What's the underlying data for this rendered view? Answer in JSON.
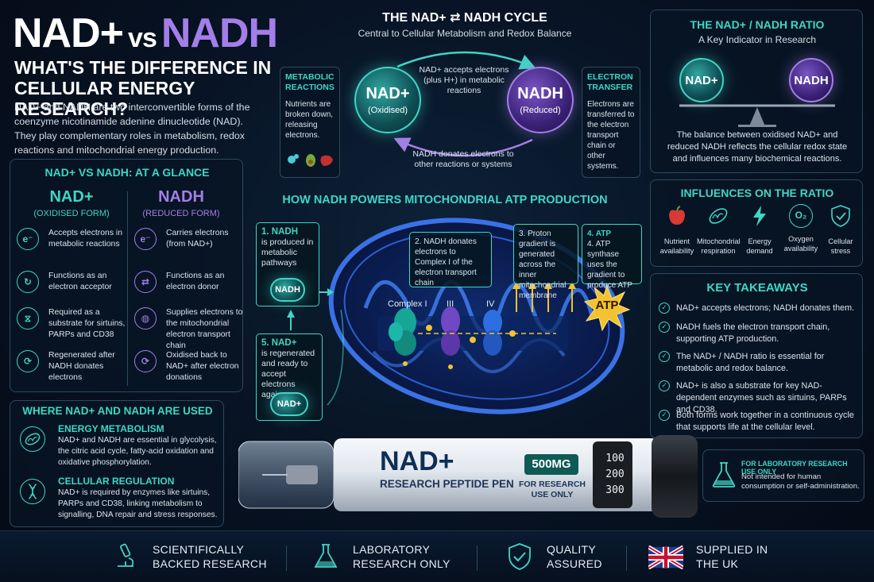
{
  "header": {
    "title_a": "NAD+",
    "title_vs": "vs",
    "title_b": "NADH",
    "subtitle": "WHAT'S THE DIFFERENCE IN CELLULAR ENERGY RESEARCH?",
    "intro": "NAD+ and NADH are two interconvertible forms of the coenzyme nicotinamide adenine dinucleotide (NAD). They play complementary roles in metabolism, redox reactions and mitochondrial energy production."
  },
  "glance": {
    "title": "NAD+ VS NADH: AT A GLANCE",
    "left": {
      "name": "NAD+",
      "form": "(OXIDISED FORM)",
      "rows": [
        {
          "icon": "e⁻",
          "text": "Accepts electrons in metabolic reactions"
        },
        {
          "icon": "↻",
          "text": "Functions as an electron acceptor"
        },
        {
          "icon": "⧖",
          "text": "Required as a substrate for sirtuins, PARPs and CD38"
        },
        {
          "icon": "⟳",
          "text": "Regenerated after NADH donates electrons"
        }
      ]
    },
    "right": {
      "name": "NADH",
      "form": "(REDUCED FORM)",
      "rows": [
        {
          "icon": "e⁻",
          "text": "Carries electrons (from NAD+)"
        },
        {
          "icon": "⇄",
          "text": "Functions as an electron donor"
        },
        {
          "icon": "◍",
          "text": "Supplies electrons to the mitochondrial electron transport chain"
        },
        {
          "icon": "⟳",
          "text": "Oxidised back to NAD+ after electron donations"
        }
      ]
    }
  },
  "where": {
    "title": "WHERE NAD+ AND NADH ARE USED",
    "items": [
      {
        "heading": "ENERGY METABOLISM",
        "text": "NAD+ and NADH are essential in glycolysis, the citric acid cycle, fatty-acid oxidation and oxidative phosphorylation."
      },
      {
        "heading": "CELLULAR REGULATION",
        "text": "NAD+ is required by enzymes like sirtuins, PARPs and CD38, linking metabolism to signalling, DNA repair and stress responses."
      }
    ]
  },
  "cycle": {
    "title": "THE NAD+ ⇄ NADH CYCLE",
    "subtitle": "Central to Cellular Metabolism and Redox Balance",
    "left_orb": {
      "name": "NAD+",
      "state": "(Oxidised)"
    },
    "right_orb": {
      "name": "NADH",
      "state": "(Reduced)"
    },
    "top_note": "NAD+ accepts electrons (plus H+) in metabolic reactions",
    "bottom_note": "NADH donates electrons to other reactions or systems",
    "left_box": {
      "heading": "METABOLIC REACTIONS",
      "text": "Nutrients are broken down, releasing electrons."
    },
    "right_box": {
      "heading": "ELECTRON TRANSFER",
      "text": "Electrons are transferred to the electron transport chain or other systems."
    }
  },
  "atp": {
    "title": "HOW NADH POWERS MITOCHONDRIAL ATP PRODUCTION",
    "step1": {
      "heading": "1. NADH",
      "text": "is produced in metabolic pathways"
    },
    "step2": {
      "text": "2. NADH donates electrons to Complex I of the electron transport chain"
    },
    "step3": {
      "text": "3. Proton gradient is generated across the inner mitochondrial membrane"
    },
    "step4": {
      "heading": "4. ATP",
      "text": "4. ATP synthase uses the gradient to produce ATP"
    },
    "step5": {
      "heading": "5. NAD+",
      "text": "is regenerated and ready to accept electrons again"
    },
    "nadh_bubble": "NADH",
    "nad_bubble": "NAD+",
    "complex_1": "Complex I",
    "complex_3": "III",
    "complex_4": "IV",
    "atp_label": "ATP"
  },
  "ratio": {
    "title": "THE NAD+ / NADH RATIO",
    "subtitle": "A Key Indicator in Research",
    "left": "NAD+",
    "right": "NADH",
    "text": "The balance between oxidised NAD+ and reduced NADH reflects the cellular redox state and influences many biochemical reactions."
  },
  "influences": {
    "title": "INFLUENCES ON THE RATIO",
    "items": [
      {
        "label": "Nutrient availability"
      },
      {
        "label": "Mitochondrial respiration"
      },
      {
        "label": "Energy demand"
      },
      {
        "label": "Oxygen availability"
      },
      {
        "label": "Cellular stress"
      }
    ],
    "o2_symbol": "O₂"
  },
  "takeaways": {
    "title": "KEY TAKEAWAYS",
    "items": [
      "NAD+ accepts electrons; NADH donates them.",
      "NADH fuels the electron transport chain, supporting ATP production.",
      "The NAD+ / NADH ratio is essential for metabolic and redox balance.",
      "NAD+ is also a substrate for key NAD-dependent enzymes such as sirtuins, PARPs and CD38.",
      "Both forms work together in a continuous cycle that supports life at the cellular level."
    ]
  },
  "lab_notice": {
    "title": "FOR LABORATORY RESEARCH USE ONLY",
    "text": "Not intended for human consumption or self-administration."
  },
  "pen": {
    "brand": "NAD+",
    "product": "RESEARCH PEPTIDE PEN",
    "dose": "500MG",
    "note": "FOR RESEARCH USE ONLY",
    "dial": [
      "100",
      "200",
      "300"
    ]
  },
  "footer": {
    "items": [
      {
        "icon": "microscope-icon",
        "line1": "SCIENTIFICALLY",
        "line2": "BACKED RESEARCH"
      },
      {
        "icon": "flask-icon",
        "line1": "LABORATORY",
        "line2": "RESEARCH ONLY"
      },
      {
        "icon": "shield-check-icon",
        "line1": "QUALITY",
        "line2": "ASSURED"
      },
      {
        "icon": "uk-flag-icon",
        "line1": "SUPPLIED IN",
        "line2": "THE UK"
      }
    ]
  },
  "colors": {
    "teal": "#3fd6c6",
    "purple": "#a47ee8",
    "background": "#071222",
    "gold": "#f2c230"
  }
}
